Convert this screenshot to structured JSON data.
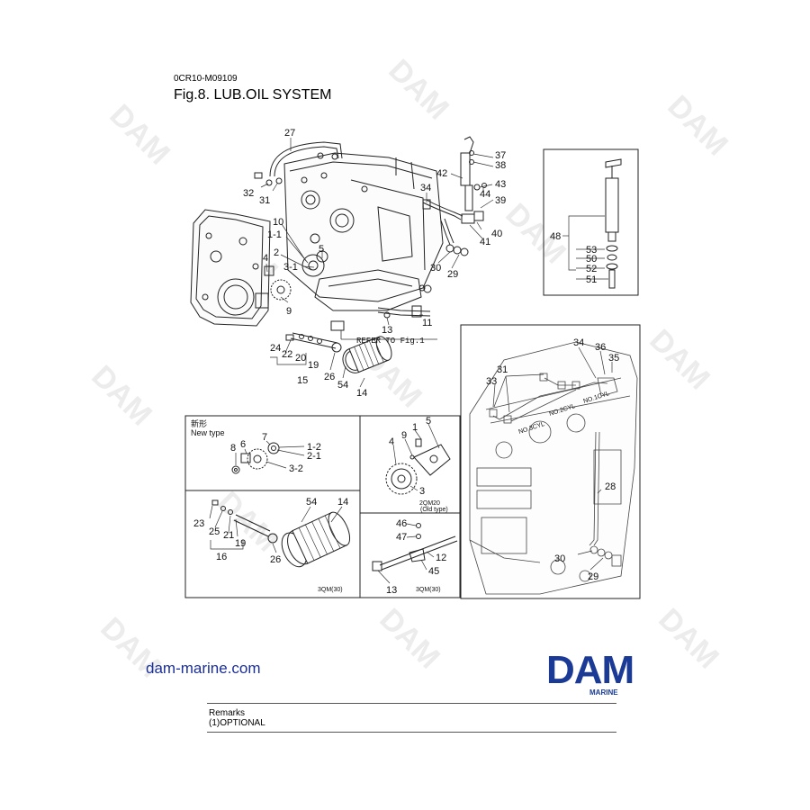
{
  "document": {
    "code": "0CR10-M09109",
    "title": "Fig.8.  LUB.OIL SYSTEM"
  },
  "watermark": {
    "text": "DAM",
    "color": "#e9e9e9"
  },
  "diagram": {
    "refer_note": "REFER TO Fig.1",
    "main_labels": {
      "l27": "27",
      "l32": "32",
      "l31": "31",
      "l10": "10",
      "l1_1": "1-1",
      "l2": "2",
      "l5": "5",
      "l3_1": "3-1",
      "l9": "9",
      "l4": "4",
      "l34": "34",
      "l42": "42",
      "l37": "37",
      "l38": "38",
      "l43": "43",
      "l44": "44",
      "l39": "39",
      "l40": "40",
      "l41": "41",
      "l30": "30",
      "l29": "29",
      "l11": "11",
      "l13": "13",
      "l24": "24",
      "l22": "22",
      "l20": "20",
      "l19": "19",
      "l26": "26",
      "l54": "54",
      "l14": "14",
      "l15": "15"
    },
    "inset_pump": {
      "l48": "48",
      "l53": "53",
      "l50": "50",
      "l52": "52",
      "l51": "51"
    },
    "inset_engine": {
      "l34": "34",
      "l36": "36",
      "l35": "35",
      "l31": "31",
      "l33": "33",
      "l28": "28",
      "l30": "30",
      "l29": "29",
      "tag1": "NO.3CYL",
      "tag2": "NO.2CYL",
      "tag3": "NO.1CYL"
    },
    "new_type": {
      "jp": "新形",
      "en": "New type",
      "l8": "8",
      "l6": "6",
      "l7": "7",
      "l1_2": "1-2",
      "l2_1": "2-1",
      "l3_2": "3-2"
    },
    "old_type": {
      "l1": "1",
      "l5": "5",
      "l4": "4",
      "l9": "9",
      "l3": "3",
      "model": "2QM20",
      "sub": "(Old type)"
    },
    "filter_3qm": {
      "l54": "54",
      "l14": "14",
      "l23": "23",
      "l25": "25",
      "l21": "21",
      "l19": "19",
      "l16": "16",
      "l26": "26",
      "model": "3QM(30)"
    },
    "pipe_3qm": {
      "l46": "46",
      "l47": "47",
      "l12": "12",
      "l45": "45",
      "l13": "13",
      "model": "3QM(30)"
    }
  },
  "footer": {
    "link": "dam-marine.com",
    "brand": "DAM",
    "brand_sub": "MARINE",
    "brand_color": "#1a3a95",
    "remarks_title": "Remarks",
    "remarks_item": "(1)OPTIONAL"
  }
}
